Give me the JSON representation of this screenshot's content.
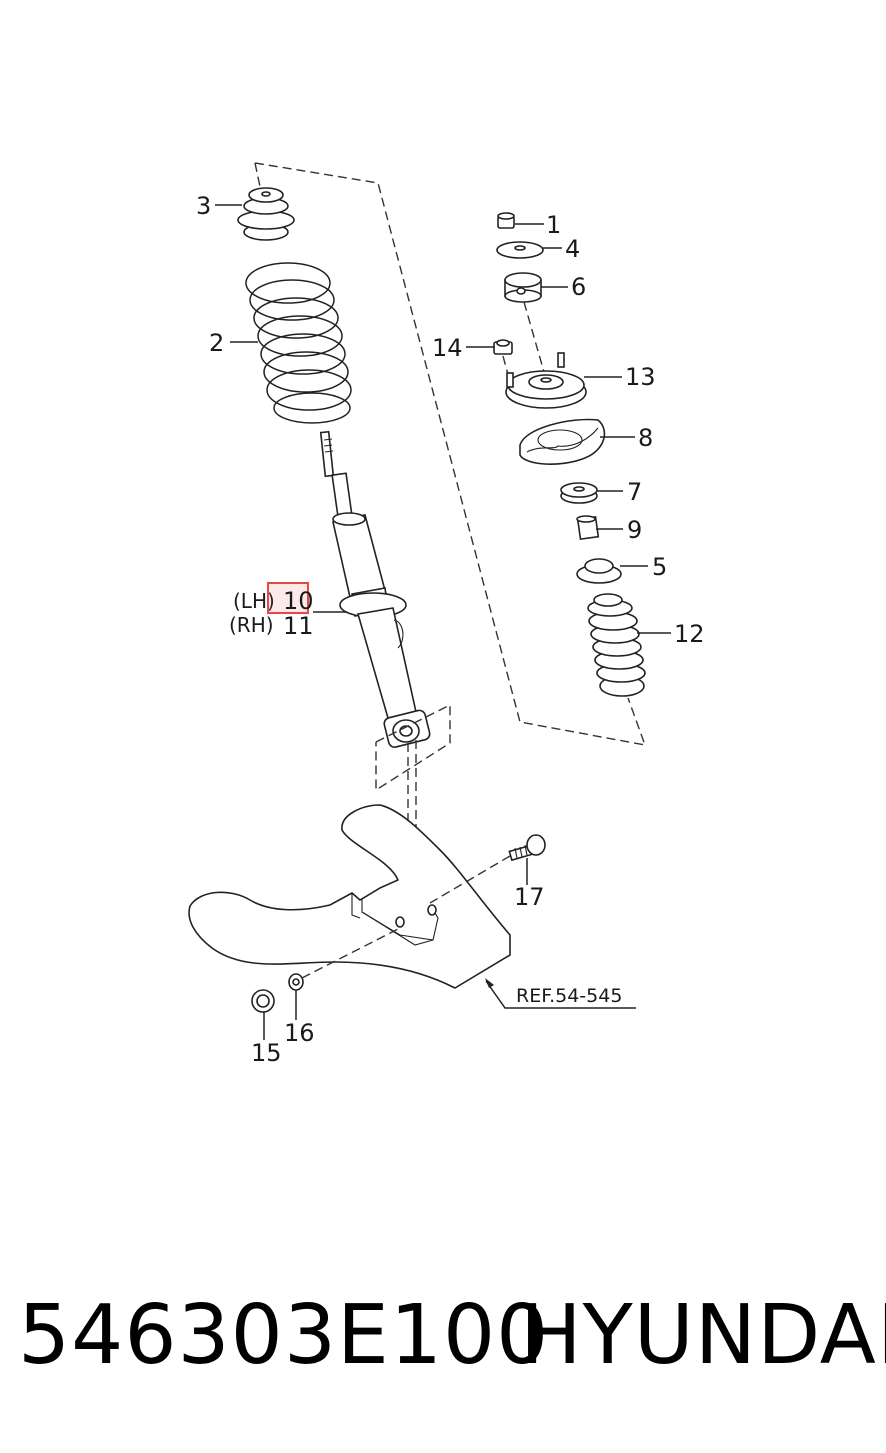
{
  "callouts": {
    "c1": "1",
    "c2": "2",
    "c3": "3",
    "c4": "4",
    "c5": "5",
    "c6": "6",
    "c7": "7",
    "c8": "8",
    "c9": "9",
    "c10": "10",
    "c11": "11",
    "c12": "12",
    "c13": "13",
    "c14": "14",
    "c15": "15",
    "c16": "16",
    "c17": "17"
  },
  "side_labels": {
    "lh": "(LH)",
    "rh": "(RH)"
  },
  "reference": "REF.54-545",
  "highlight": {
    "callout": "10",
    "color": "#e8464b"
  },
  "caption": {
    "part_number": "546303E100",
    "brand": "HYUNDAI"
  }
}
